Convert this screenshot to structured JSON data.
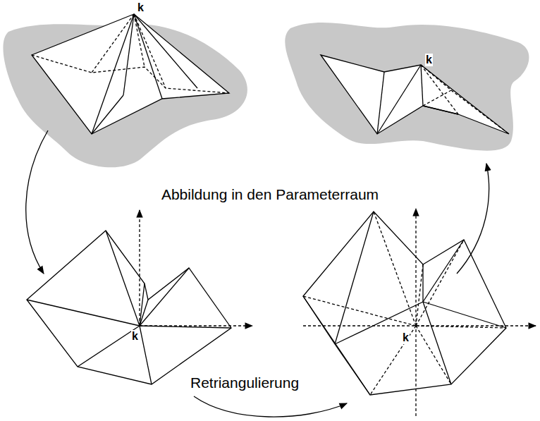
{
  "diagram": {
    "labels": [
      "k",
      "Abbildung in den Parameterraum",
      "k",
      "k",
      "k",
      "Retriangulierung"
    ]
  }
}
